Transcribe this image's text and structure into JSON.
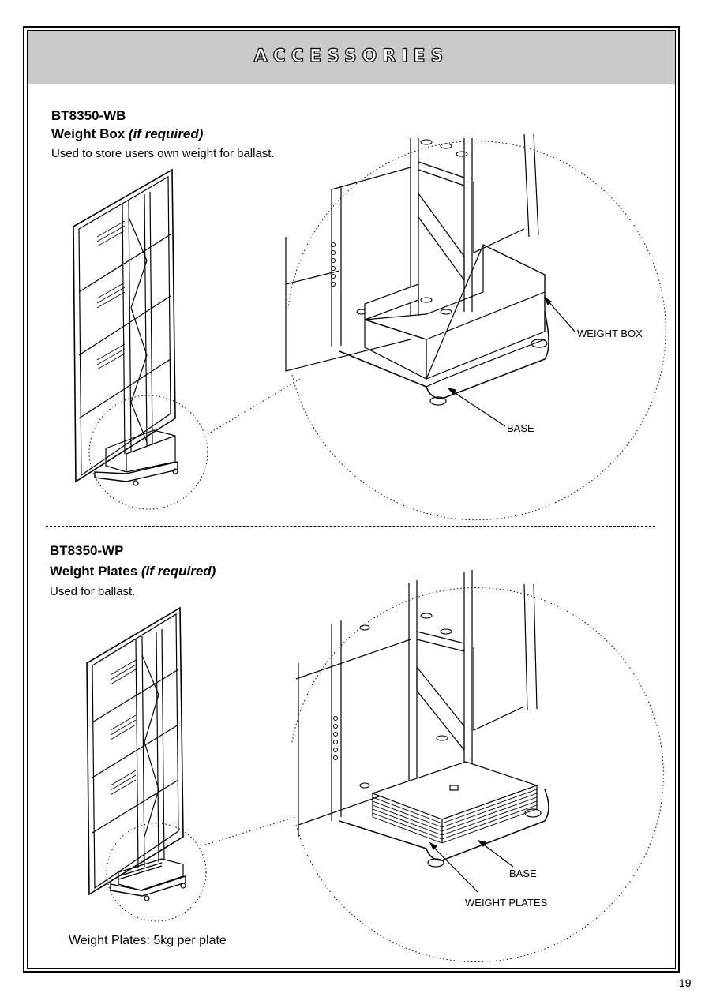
{
  "header": {
    "title": "ACCESSORIES"
  },
  "weight_box": {
    "code": "BT8350-WB",
    "name": "Weight Box",
    "qualifier": "(if required)",
    "description": "Used to store users own weight for ballast.",
    "callouts": {
      "weight_box": "WEIGHT BOX",
      "base": "BASE"
    }
  },
  "weight_plates": {
    "code": "BT8350-WP",
    "name": "Weight Plates",
    "qualifier": "(if required)",
    "description": "Used for ballast.",
    "callouts": {
      "base": "BASE",
      "plates": "WEIGHT PLATES"
    },
    "note": "Weight Plates: 5kg per plate"
  },
  "page_number": "19"
}
